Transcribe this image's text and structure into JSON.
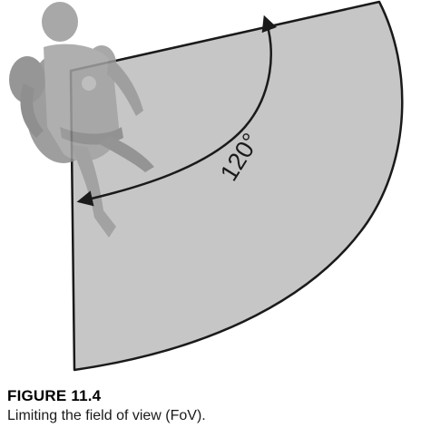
{
  "figure": {
    "angle_label": "120°",
    "colors": {
      "fov_fill": "#c6c6c6",
      "outline": "#1a1a1a",
      "figure_body": "#8a8a8a"
    }
  },
  "caption": {
    "label": "FIGURE 11.4",
    "text": "Limiting the field of view (FoV)."
  }
}
